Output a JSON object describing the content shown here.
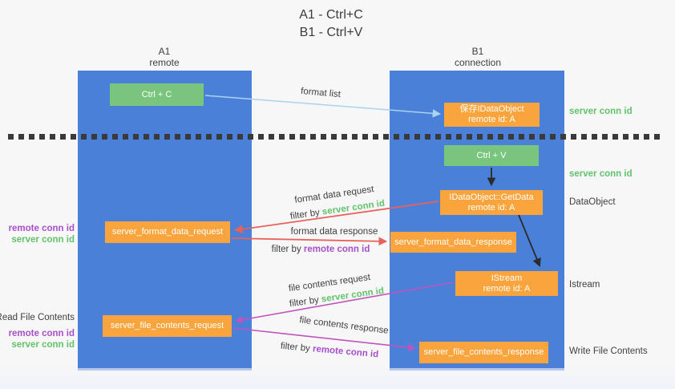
{
  "title": {
    "line1": "A1 - Ctrl+C",
    "line2": "B1 - Ctrl+V"
  },
  "lanes": {
    "a1": {
      "name": "A1",
      "role": "remote"
    },
    "b1": {
      "name": "B1",
      "role": "connection"
    }
  },
  "nodes": {
    "ctrl_c": {
      "label": "Ctrl + C"
    },
    "save_idataobject": {
      "line1": "保存IDataObject",
      "line2": "remote id: A"
    },
    "ctrl_v": {
      "label": "Ctrl + V"
    },
    "idataobject_getdata": {
      "line1": "IDataObject::GetData",
      "line2": "remote id: A"
    },
    "server_format_data_request": {
      "label": "server_format_data_request"
    },
    "server_format_data_response": {
      "label": "server_format_data_response"
    },
    "istream": {
      "line1": "IStream",
      "line2": "remote id: A"
    },
    "server_file_contents_request": {
      "label": "server_file_contents_request"
    },
    "server_file_contents_response": {
      "label": "server_file_contents_response"
    }
  },
  "edges": {
    "format_list": {
      "label": "format list"
    },
    "format_data_request": {
      "label": "format data request",
      "filter_prefix": "filter by",
      "filter_key": "server conn id"
    },
    "format_data_response": {
      "label": "format data response",
      "filter_prefix": "filter by",
      "filter_key": "remote conn id"
    },
    "file_contents_request": {
      "label": "file contents request",
      "filter_prefix": "filter by",
      "filter_key": "server conn id"
    },
    "file_contents_response": {
      "label": "file contents response",
      "filter_prefix": "filter by",
      "filter_key": "remote conn id"
    }
  },
  "annotations": {
    "left": {
      "remote_conn_id_1": "remote conn id",
      "server_conn_id_1": "server conn id",
      "read_file_contents": "Read File Contents",
      "remote_conn_id_2": "remote conn id",
      "server_conn_id_2": "server conn id"
    },
    "right": {
      "server_conn_id_1": "server conn id",
      "server_conn_id_2": "server conn id",
      "dataobject": "DataObject",
      "istream": "Istream",
      "write_file_contents": "Write File Contents"
    }
  },
  "colors": {
    "lane_blue": "#4a80d8",
    "node_orange": "#f9a43c",
    "node_green": "#79c57e",
    "conn_id_green": "#62c26c",
    "conn_id_purple": "#a94ecb",
    "arrow_red": "#e8625a",
    "arrow_magenta": "#c053be",
    "arrow_blue": "#a9d3ee",
    "arrow_black": "#2b2b2b",
    "text_dark": "#3f3f3f"
  }
}
